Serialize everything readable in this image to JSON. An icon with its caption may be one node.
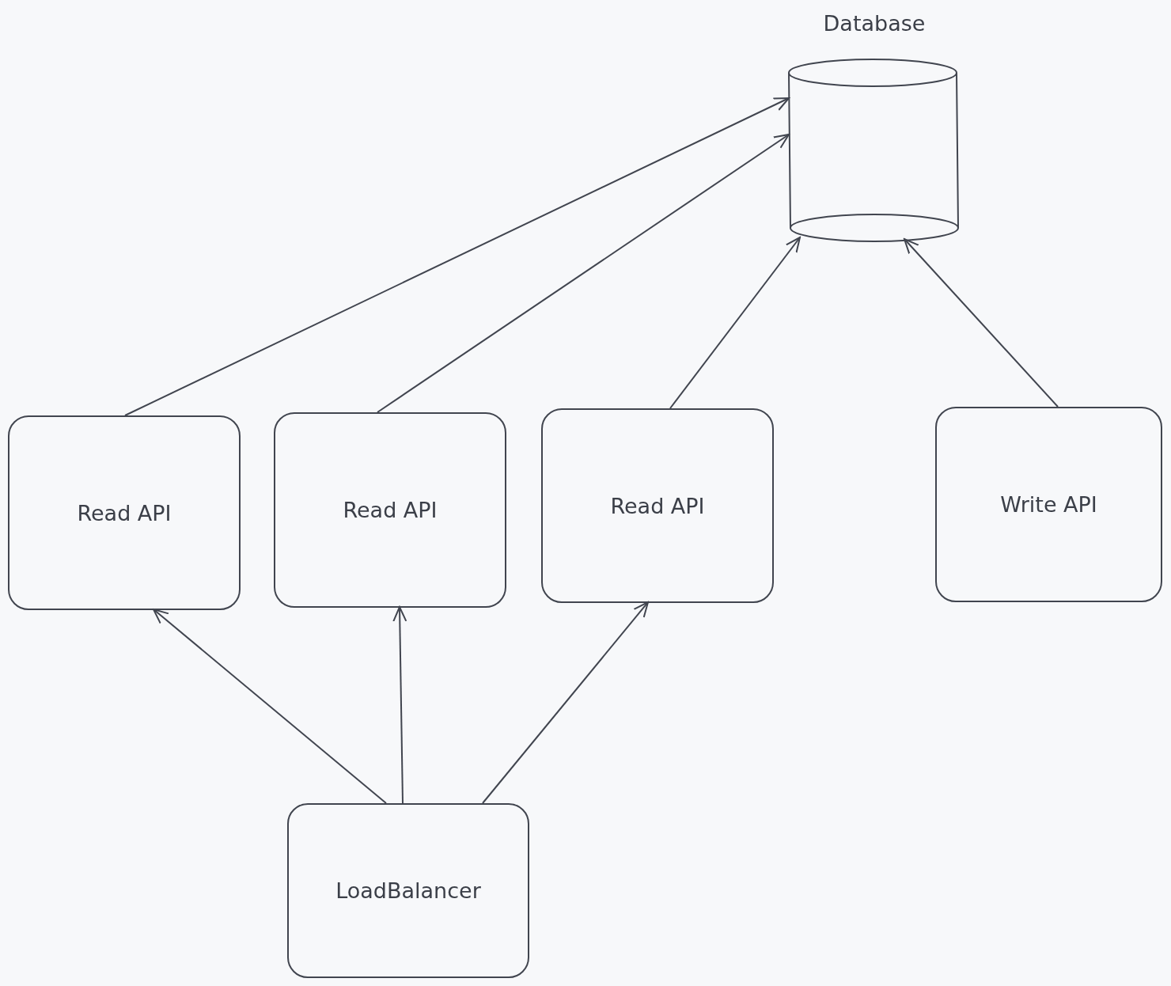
{
  "diagram": {
    "nodes": [
      {
        "text": [
          "Database"
        ]
      },
      {
        "text": [
          "Read API"
        ]
      },
      {
        "text": [
          "Read API"
        ]
      },
      {
        "text": [
          "Read API"
        ]
      },
      {
        "text": [
          "Write API"
        ]
      },
      {
        "text": [
          "LoadBalancer"
        ]
      }
    ],
    "edges": [
      {
        "from": 1,
        "to": 0,
        "arrow": "to"
      },
      {
        "from": 2,
        "to": 0,
        "arrow": "to"
      },
      {
        "from": 3,
        "to": 0,
        "arrow": "to"
      },
      {
        "from": 4,
        "to": 0,
        "arrow": "to"
      },
      {
        "from": 5,
        "to": 1,
        "arrow": "to"
      },
      {
        "from": 5,
        "to": 2,
        "arrow": "to"
      },
      {
        "from": 5,
        "to": 3,
        "arrow": "to"
      }
    ]
  }
}
